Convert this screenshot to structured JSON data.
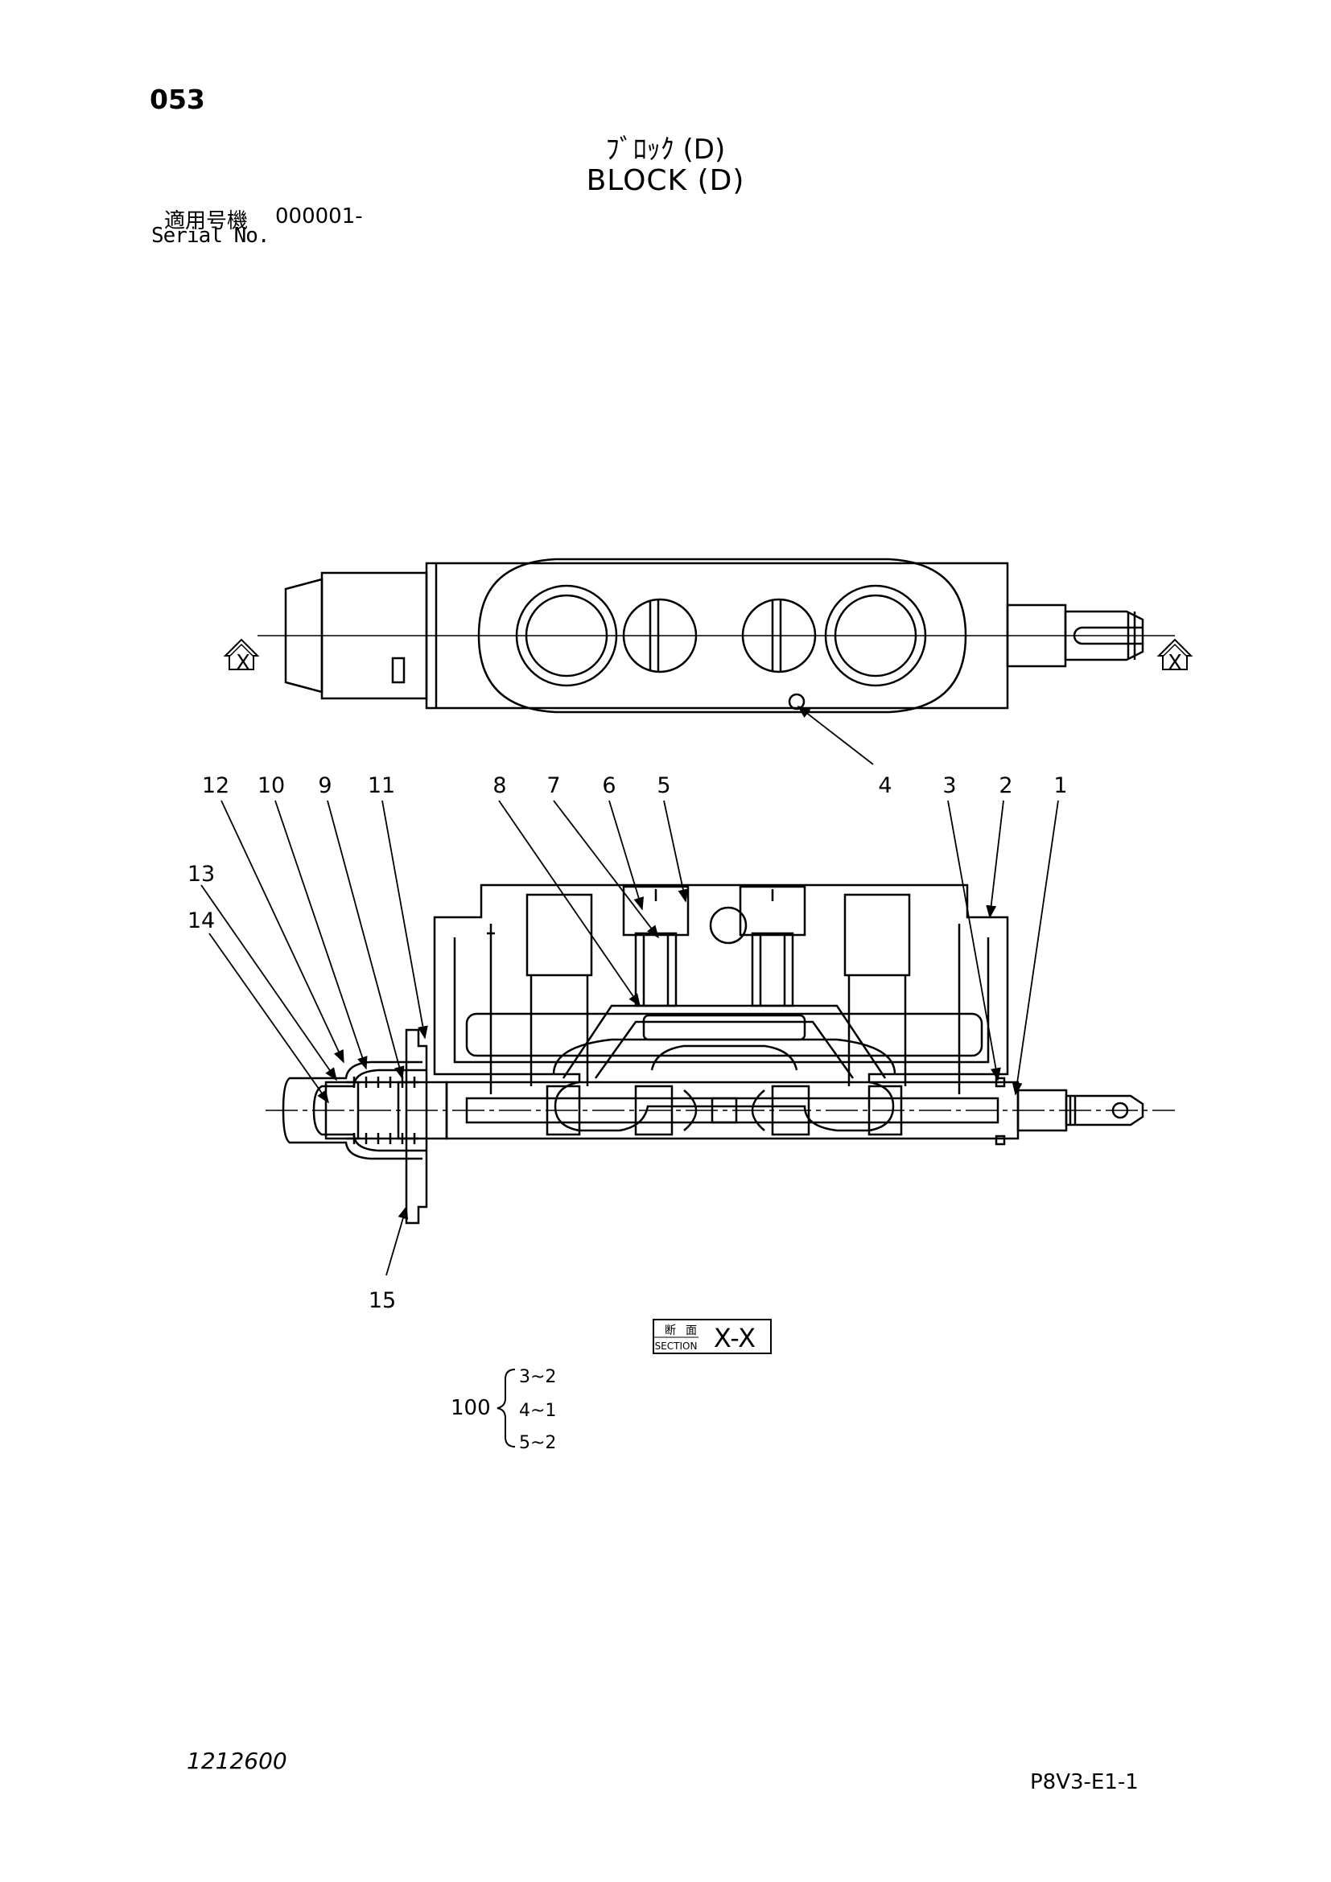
{
  "header": {
    "page_number": "053",
    "title_jp": "ﾌﾞﾛｯｸ (D)",
    "title_en": "BLOCK (D)",
    "serial_label_jp": "適用号機",
    "serial_value": "000001-",
    "serial_label_en": "Serial No."
  },
  "callouts": {
    "top_view": [
      "4"
    ],
    "section_top": [
      "12",
      "10",
      "9",
      "11",
      "8",
      "7",
      "6",
      "5",
      "3",
      "2",
      "1"
    ],
    "section_left": [
      "13",
      "14"
    ],
    "section_bottom": [
      "15"
    ]
  },
  "section_markers": {
    "left_arrow_letter": "X",
    "right_arrow_letter": "X"
  },
  "section_box": {
    "jp_label_1": "断",
    "jp_label_2": "面",
    "en_label": "SECTION",
    "title": "X-X"
  },
  "kit": {
    "number": "100",
    "items": [
      "3~2",
      "4~1",
      "5~2"
    ]
  },
  "footer": {
    "doc_code": "1212600",
    "sheet_code": "P8V3-E1-1"
  }
}
